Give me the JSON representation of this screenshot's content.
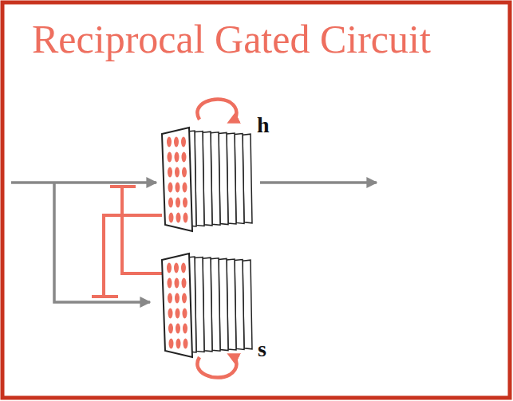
{
  "diagram": {
    "title": "Reciprocal Gated Circuit",
    "labels": [
      "h",
      "s"
    ]
  }
}
